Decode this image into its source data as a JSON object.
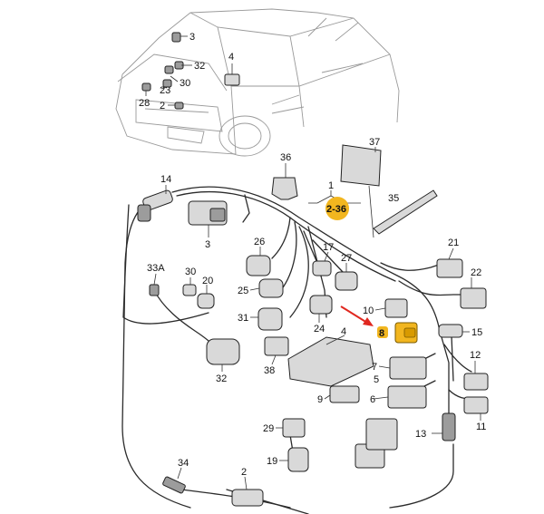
{
  "callouts": [
    {
      "id": "c3-car",
      "text": "3"
    },
    {
      "id": "c32-car",
      "text": "32"
    },
    {
      "id": "c4-car",
      "text": "4"
    },
    {
      "id": "c30-car",
      "text": "30"
    },
    {
      "id": "c23-car",
      "text": "23"
    },
    {
      "id": "c28-car",
      "text": "28"
    },
    {
      "id": "c2-car",
      "text": "2"
    },
    {
      "id": "c37",
      "text": "37"
    },
    {
      "id": "c36",
      "text": "36"
    },
    {
      "id": "c14",
      "text": "14"
    },
    {
      "id": "c1",
      "text": "1"
    },
    {
      "id": "c35",
      "text": "35"
    },
    {
      "id": "c3",
      "text": "3"
    },
    {
      "id": "c26",
      "text": "26"
    },
    {
      "id": "c17",
      "text": "17"
    },
    {
      "id": "c27",
      "text": "27"
    },
    {
      "id": "c21",
      "text": "21"
    },
    {
      "id": "c33a",
      "text": "33A"
    },
    {
      "id": "c30",
      "text": "30"
    },
    {
      "id": "c20",
      "text": "20"
    },
    {
      "id": "c25",
      "text": "25"
    },
    {
      "id": "c22",
      "text": "22"
    },
    {
      "id": "c10",
      "text": "10"
    },
    {
      "id": "c31",
      "text": "31"
    },
    {
      "id": "c24",
      "text": "24"
    },
    {
      "id": "c15",
      "text": "15"
    },
    {
      "id": "c4",
      "text": "4"
    },
    {
      "id": "c38",
      "text": "38"
    },
    {
      "id": "c32",
      "text": "32"
    },
    {
      "id": "c7",
      "text": "7"
    },
    {
      "id": "c5",
      "text": "5"
    },
    {
      "id": "c9",
      "text": "9"
    },
    {
      "id": "c6",
      "text": "6"
    },
    {
      "id": "c12",
      "text": "12"
    },
    {
      "id": "c11",
      "text": "11"
    },
    {
      "id": "c29",
      "text": "29"
    },
    {
      "id": "c13",
      "text": "13"
    },
    {
      "id": "c19",
      "text": "19"
    },
    {
      "id": "c34",
      "text": "34"
    },
    {
      "id": "c2",
      "text": "2"
    }
  ],
  "highlights": {
    "range_label": "2-36",
    "selected_label": "8",
    "color": "#f2b61f"
  },
  "arrow_color": "#e0271f"
}
